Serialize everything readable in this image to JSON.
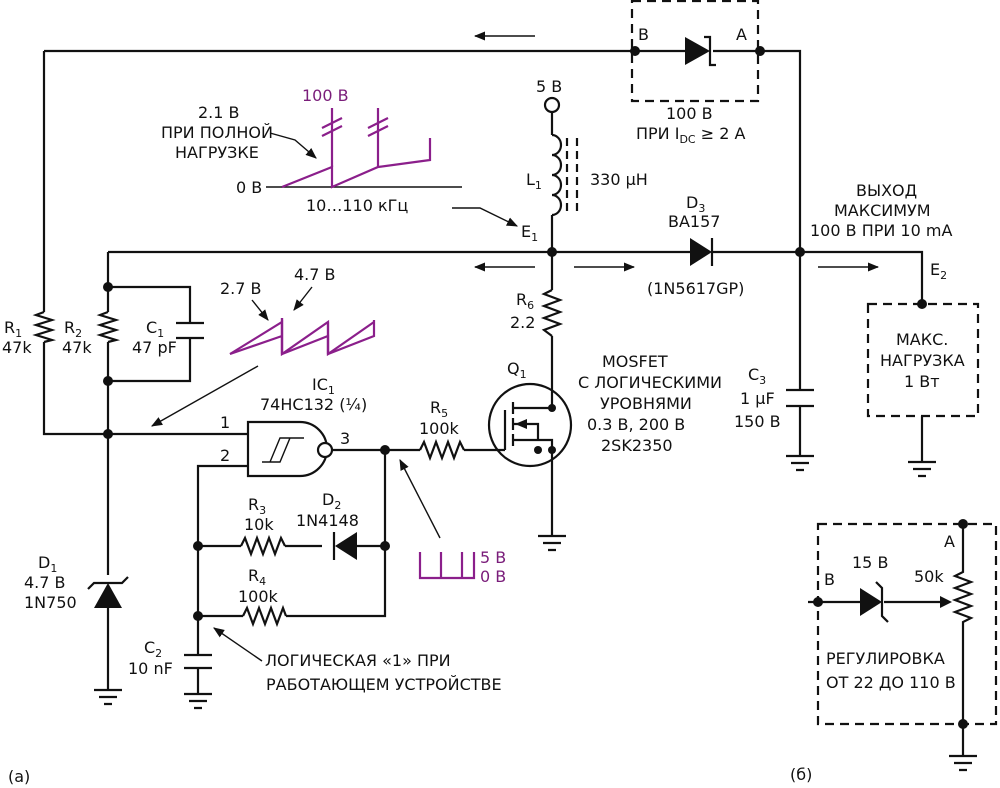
{
  "colors": {
    "wire": "#111111",
    "waveform": "#8b1f8b",
    "background": "#ffffff"
  },
  "panel_a": "(a)",
  "panel_b": "(б)",
  "supply_5v": "5 В",
  "inductor": {
    "name": "L",
    "sub": "1",
    "value": "330 µH"
  },
  "zener_100v": {
    "pin_b": "B",
    "pin_a": "A",
    "rating": "100 В",
    "cond_pre": "ПРИ I",
    "cond_sub": "DC",
    "cond_post": " ≥ 2 А"
  },
  "waveform_top": {
    "peak": "100 В",
    "note1": "2.1 В",
    "note2": "ПРИ ПОЛНОЙ",
    "note3": "НАГРУЗКЕ",
    "zero": "0 В",
    "freq": "10…110 кГц"
  },
  "node_e1": {
    "name": "E",
    "sub": "1"
  },
  "node_e2": {
    "name": "E",
    "sub": "2"
  },
  "diode_d3": {
    "name": "D",
    "sub": "3",
    "part": "BA157",
    "alt": "(1N5617GP)"
  },
  "output": {
    "line1": "ВЫХОД",
    "line2": "МАКСИМУМ",
    "line3": "100 В ПРИ 10 mA"
  },
  "load": {
    "line1": "МАКС.",
    "line2": "НАГРУЗКА",
    "line3": "1 Вт"
  },
  "capacitor_c3": {
    "name": "C",
    "sub": "3",
    "value": "1 µF",
    "voltage": "150 В"
  },
  "resistor_r6": {
    "name": "R",
    "sub": "6",
    "value": "2.2"
  },
  "mosfet_q1": {
    "name": "Q",
    "sub": "1",
    "line1": "MOSFET",
    "line2": "С ЛОГИЧЕСКИМИ",
    "line3": "УРОВНЯМИ",
    "line4": "0.3 В, 200 В",
    "line5": "2SK2350"
  },
  "resistor_r1": {
    "name": "R",
    "sub": "1",
    "value": "47k"
  },
  "resistor_r2": {
    "name": "R",
    "sub": "2",
    "value": "47k"
  },
  "capacitor_c1": {
    "name": "C",
    "sub": "1",
    "value": "47 pF"
  },
  "waveform_mid": {
    "low": "2.7 В",
    "high": "4.7 В"
  },
  "gate_ic1": {
    "name": "IC",
    "sub": "1",
    "part": "74HC132 (¼)",
    "pin1": "1",
    "pin2": "2",
    "pin3": "3"
  },
  "resistor_r5": {
    "name": "R",
    "sub": "5",
    "value": "100k"
  },
  "resistor_r3": {
    "name": "R",
    "sub": "3",
    "value": "10k"
  },
  "diode_d2": {
    "name": "D",
    "sub": "2",
    "part": "1N4148"
  },
  "resistor_r4": {
    "name": "R",
    "sub": "4",
    "value": "100k"
  },
  "zener_d1": {
    "name": "D",
    "sub": "1",
    "voltage": "4.7 В",
    "part": "1N750"
  },
  "capacitor_c2": {
    "name": "C",
    "sub": "2",
    "value": "10 nF"
  },
  "pulse_wave": {
    "high": "5 В",
    "low": "0 В"
  },
  "logic_note": {
    "line1": "ЛОГИЧЕСКАЯ «1» ПРИ",
    "line2": "РАБОТАЮЩЕМ УСТРОЙСТВЕ"
  },
  "adjust_b": {
    "pin_b": "B",
    "pin_a": "A",
    "zener": "15 В",
    "pot": "50k",
    "line1": "РЕГУЛИРОВКА",
    "line2": "ОТ 22 ДО 110 В"
  }
}
